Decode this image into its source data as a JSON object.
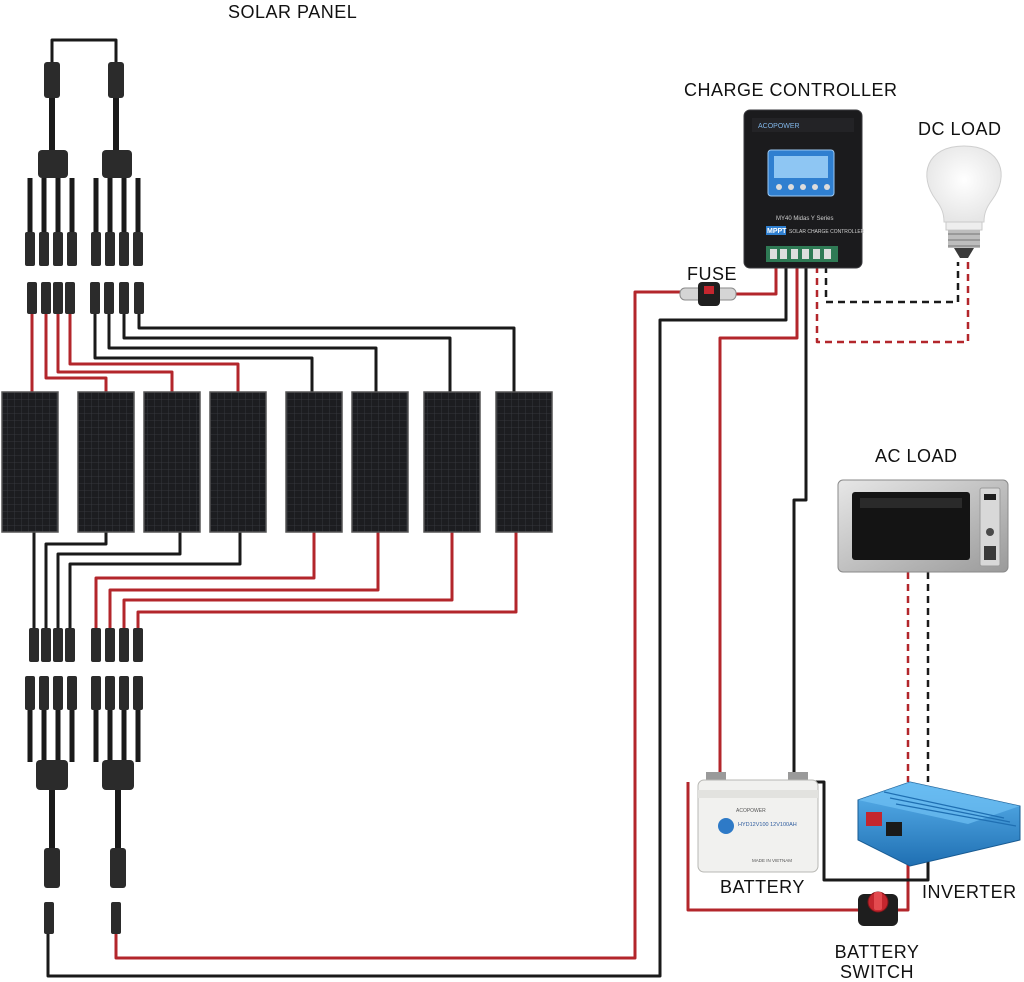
{
  "labels": {
    "solar_panel": "SOLAR PANEL",
    "charge_controller": "CHARGE CONTROLLER",
    "fuse": "FUSE",
    "dc_load": "DC LOAD",
    "ac_load": "AC LOAD",
    "battery": "BATTERY",
    "inverter": "INVERTER",
    "battery_switch_line1": "BATTERY",
    "battery_switch_line2": "SWITCH"
  },
  "device_text": {
    "controller_brand": "ACOPOWER",
    "controller_series": "MY40 Midas Y Series",
    "controller_badge": "MPPT",
    "controller_subtitle": "SOLAR CHARGE CONTROLLER",
    "battery_brand": "ACOPOWER",
    "battery_model": "HYD12V100 12V100AH",
    "battery_origin": "MADE IN VIETNAM"
  },
  "colors": {
    "positive_wire": "#b3262b",
    "negative_wire": "#1a1a1a",
    "panel": "#1c1d20",
    "inverter_body": "#2d8fd6"
  }
}
